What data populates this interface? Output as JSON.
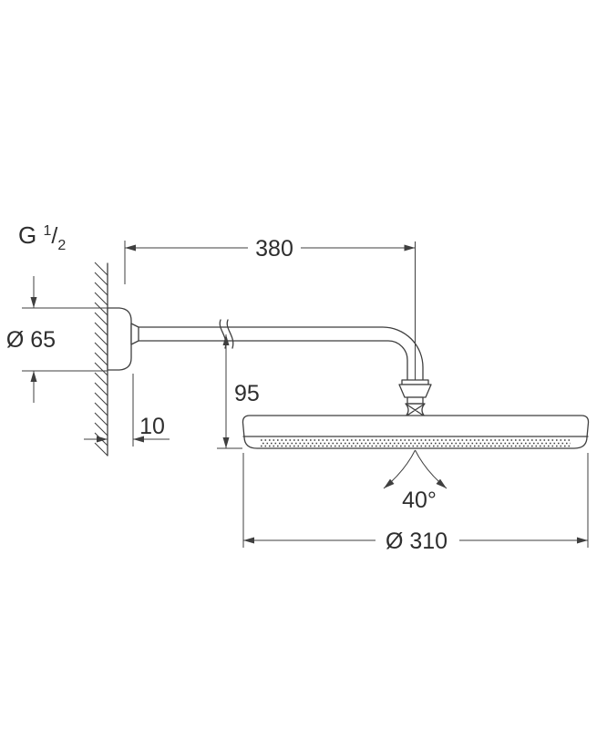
{
  "colors": {
    "line": "#3f3f3f",
    "text": "#2e2e2e",
    "background": "#ffffff"
  },
  "labels": {
    "thread_g": "G ",
    "thread_numerator": "1",
    "thread_slash": "/",
    "thread_denominator": "2",
    "arm_projection": "380",
    "flange_diameter": "Ø 65",
    "flange_depth": "10",
    "head_drop": "95",
    "spray_angle": "40°",
    "head_diameter": "Ø 310"
  }
}
